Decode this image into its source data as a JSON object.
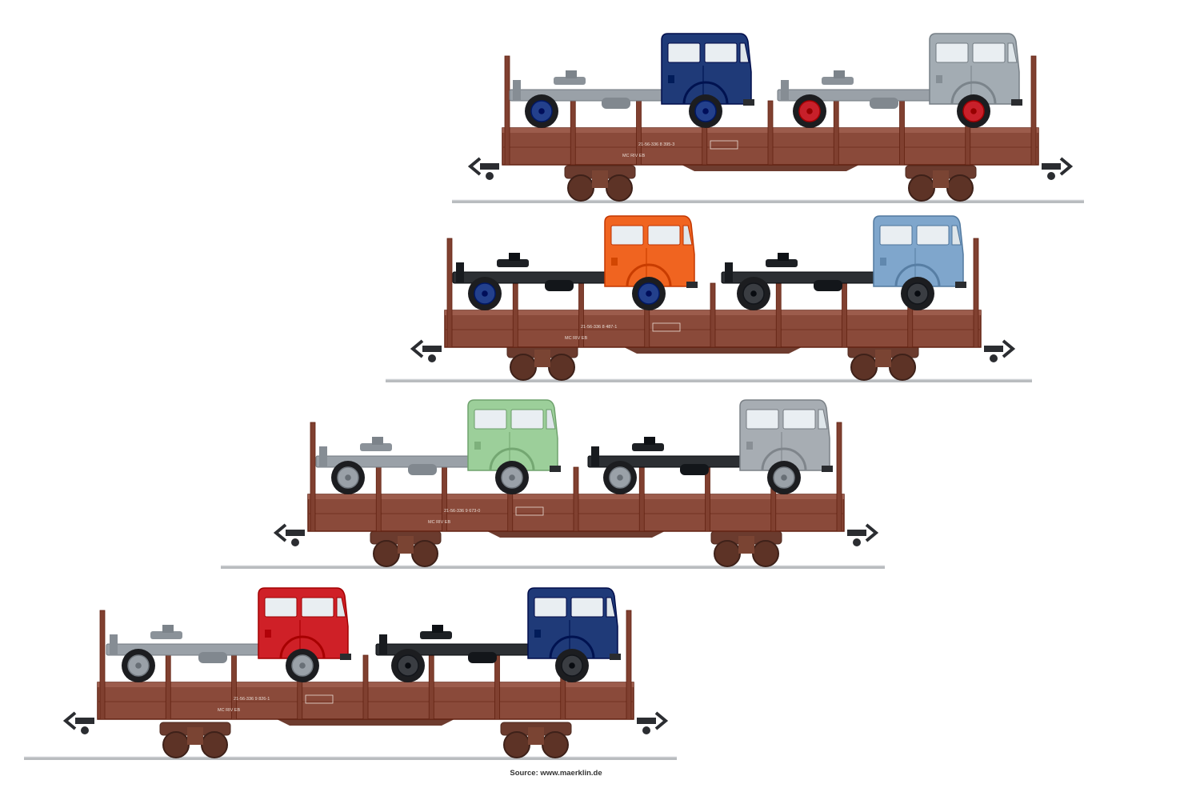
{
  "image": {
    "description_free": true,
    "wagons": [
      {
        "name": "wagon-1",
        "body_color": "#8a4a3a",
        "marking_top": "21-56-336 8 395-3",
        "marking_bottom": "MC RIV EB",
        "trucks": [
          {
            "cab_color": "#1f3a78",
            "chassis_color": "#9aa1a8",
            "wheel_hub_color": "#23408c"
          },
          {
            "cab_color": "#a3acb3",
            "chassis_color": "#9aa1a8",
            "wheel_hub_color": "#c8202a"
          }
        ]
      },
      {
        "name": "wagon-2",
        "body_color": "#8a4a3a",
        "marking_top": "21-56-336 8 487-1",
        "marking_bottom": "MC RIV EB",
        "trucks": [
          {
            "cab_color": "#f06420",
            "chassis_color": "#2c2f33",
            "wheel_hub_color": "#23408c"
          },
          {
            "cab_color": "#7fa6cc",
            "chassis_color": "#2c2f33",
            "wheel_hub_color": "#3a3d42"
          }
        ]
      },
      {
        "name": "wagon-3",
        "body_color": "#8a4a3a",
        "marking_top": "21-56-336 9 673-0",
        "marking_bottom": "MC RIV EB",
        "trucks": [
          {
            "cab_color": "#9ccf9a",
            "chassis_color": "#9aa1a8",
            "wheel_hub_color": "#9aa1a8"
          },
          {
            "cab_color": "#a7adb3",
            "chassis_color": "#2c2f33",
            "wheel_hub_color": "#9aa1a8"
          }
        ]
      },
      {
        "name": "wagon-4",
        "body_color": "#8a4a3a",
        "marking_top": "21-56-336 9 826-1",
        "marking_bottom": "MC RIV EB",
        "trucks": [
          {
            "cab_color": "#cf2027",
            "chassis_color": "#9aa1a8",
            "wheel_hub_color": "#9aa1a8"
          },
          {
            "cab_color": "#1f3a78",
            "chassis_color": "#2c2f33",
            "wheel_hub_color": "#3a3d42"
          }
        ]
      }
    ]
  },
  "caption": {
    "source_text": "Source: www.maerklin.de"
  }
}
